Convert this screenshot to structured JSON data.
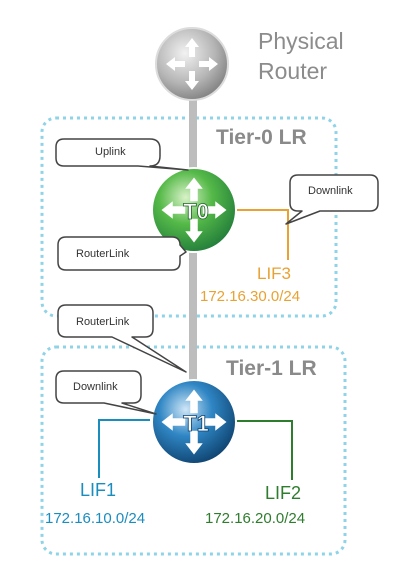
{
  "physical_router": {
    "line1": "Physical",
    "line2": "Router"
  },
  "tier0": {
    "title": "Tier-0 LR",
    "router_label": "T0"
  },
  "tier1": {
    "title": "Tier-1 LR",
    "router_label": "T1"
  },
  "callouts": {
    "uplink": "Uplink",
    "downlink_t0": "Downlink",
    "routerlink_t0": "RouterLink",
    "routerlink_t1": "RouterLink",
    "downlink_t1": "Downlink"
  },
  "interfaces": {
    "lif3": {
      "name": "LIF3",
      "subnet": "172.16.30.0/24",
      "color": "#e8a233"
    },
    "lif1": {
      "name": "LIF1",
      "subnet": "172.16.10.0/24",
      "color": "#1a8dbf"
    },
    "lif2": {
      "name": "LIF2",
      "subnet": "172.16.20.0/24",
      "color": "#2e7d2e"
    }
  },
  "colors": {
    "group_border": "#8fd3e8",
    "link": "#bdbdbd",
    "tier0_router": "#3aa84a",
    "tier1_router": "#1d5f8f",
    "physical_router": "#9a9a9a"
  }
}
